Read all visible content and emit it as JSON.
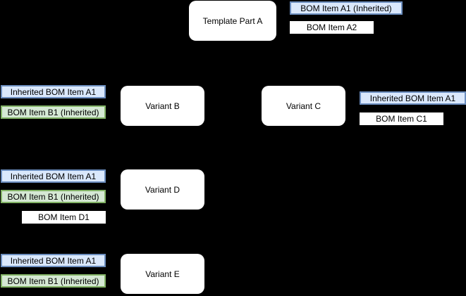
{
  "colors": {
    "background": "#000000",
    "node_fill": "#ffffff",
    "node_text": "#000000",
    "inherited_blue_fill": "#dae8fc",
    "inherited_blue_border": "#6c8ebf",
    "inherited_green_fill": "#d5e8d4",
    "inherited_green_border": "#82b366",
    "own_item_fill": "#ffffff"
  },
  "nodes": {
    "template_a": {
      "label": "Template Part A"
    },
    "variant_b": {
      "label": "Variant B"
    },
    "variant_c": {
      "label": "Variant C"
    },
    "variant_d": {
      "label": "Variant D"
    },
    "variant_e": {
      "label": "Variant E"
    }
  },
  "bom_items": {
    "template_a": [
      {
        "label": "BOM Item A1 (Inherited)",
        "kind": "inherited-blue"
      },
      {
        "label": "BOM Item A2",
        "kind": "own"
      }
    ],
    "variant_b": [
      {
        "label": "Inherited BOM Item A1",
        "kind": "inherited-blue"
      },
      {
        "label": "BOM Item B1 (Inherited)",
        "kind": "inherited-green"
      }
    ],
    "variant_c": [
      {
        "label": "Inherited BOM Item A1",
        "kind": "inherited-blue"
      },
      {
        "label": "BOM Item C1",
        "kind": "own"
      }
    ],
    "variant_d": [
      {
        "label": "Inherited BOM Item A1",
        "kind": "inherited-blue"
      },
      {
        "label": "BOM Item B1 (Inherited)",
        "kind": "inherited-green"
      },
      {
        "label": "BOM Item D1",
        "kind": "own"
      }
    ],
    "variant_e": [
      {
        "label": "Inherited BOM Item A1",
        "kind": "inherited-blue"
      },
      {
        "label": "BOM Item B1 (Inherited)",
        "kind": "inherited-green"
      }
    ]
  }
}
